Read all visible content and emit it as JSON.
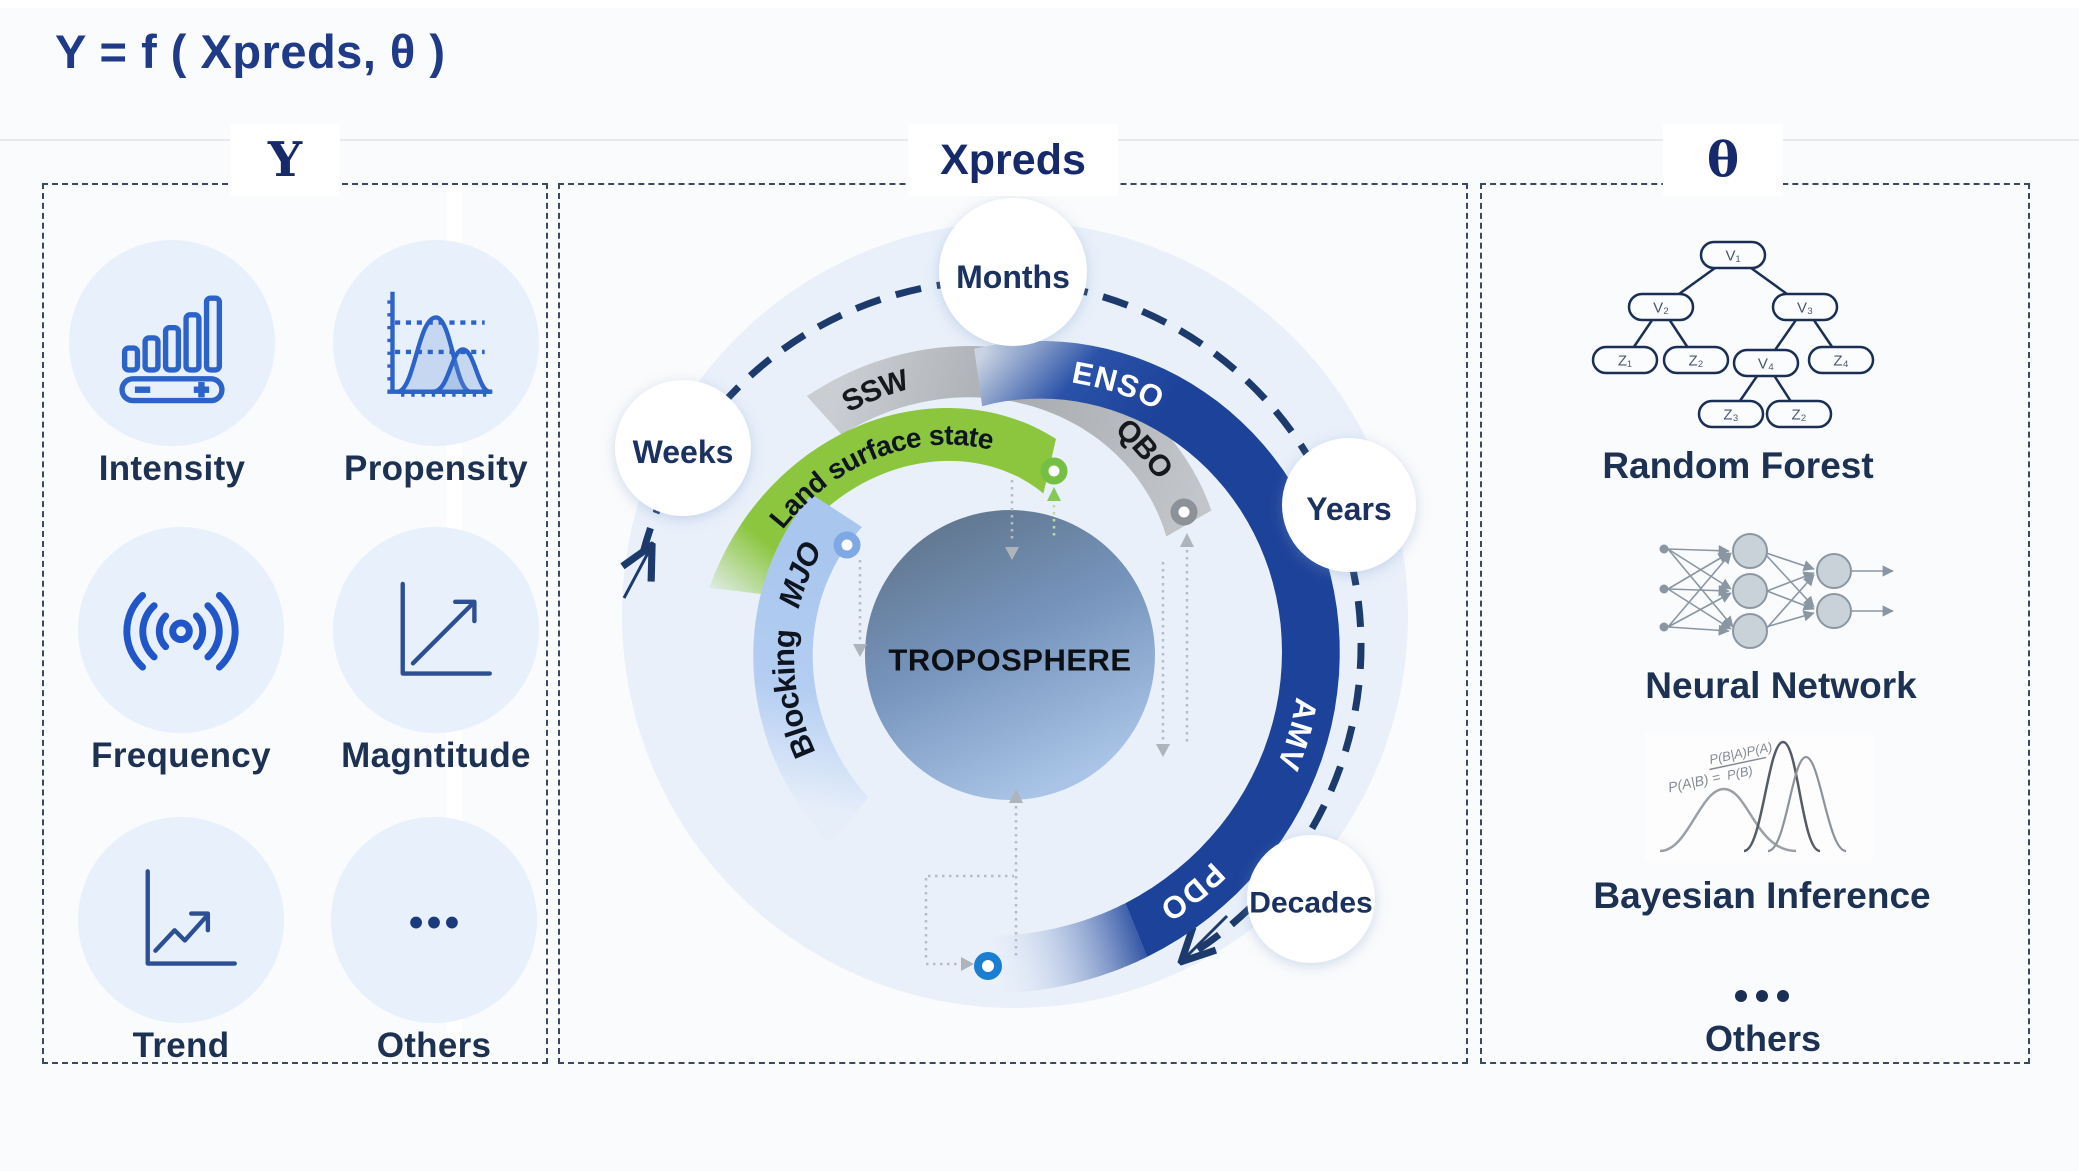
{
  "title": "Y = f ( Xpreds, θ )",
  "y_panel": {
    "header": "Y",
    "items": [
      {
        "label": "Intensity",
        "icon": "bar-scale-icon"
      },
      {
        "label": "Propensity",
        "icon": "distribution-icon"
      },
      {
        "label": "Frequency",
        "icon": "signal-waves-icon"
      },
      {
        "label": "Magntitude",
        "icon": "axis-arrow-icon"
      },
      {
        "label": "Trend",
        "icon": "trend-line-icon"
      },
      {
        "label": "Others",
        "icon": "ellipsis-icon"
      }
    ]
  },
  "xpreds_panel": {
    "header": "Xpreds",
    "center_label": "TROPOSPHERE",
    "timescales": {
      "months": "Months",
      "weeks": "Weeks",
      "years": "Years",
      "decades": "Decades"
    },
    "drivers": {
      "blocking": "Blocking",
      "mjo": "MJO",
      "land_surface": "Land surface state",
      "ssw": "SSW",
      "qbo": "QBO",
      "enso": "ENSO",
      "amv": "AMV",
      "pdo": "PDO"
    }
  },
  "theta_panel": {
    "header": "θ",
    "methods": {
      "random_forest": {
        "label": "Random Forest",
        "nodes": [
          "V₁",
          "V₂",
          "V₃",
          "Z₁",
          "Z₂",
          "V₄",
          "Z₄",
          "Z₃",
          "Z₂"
        ]
      },
      "neural_network": {
        "label": "Neural Network"
      },
      "bayesian": {
        "label": "Bayesian Inference",
        "formula_lhs": "P(A|B) =",
        "formula_numerator": "P(B|A)P(A)",
        "formula_denominator": "P(B)"
      },
      "others": {
        "label": "Others"
      }
    }
  },
  "colors": {
    "accent_navy": "#1c3a6b",
    "title_navy": "#1f3a87",
    "band_blue": "#1c4299",
    "band_green": "#8cc63f",
    "band_gray": "#b3b6ba",
    "band_lightblue": "#b4cef2",
    "icon_blue": "#2c63c8",
    "label_navy": "#1d3153"
  }
}
